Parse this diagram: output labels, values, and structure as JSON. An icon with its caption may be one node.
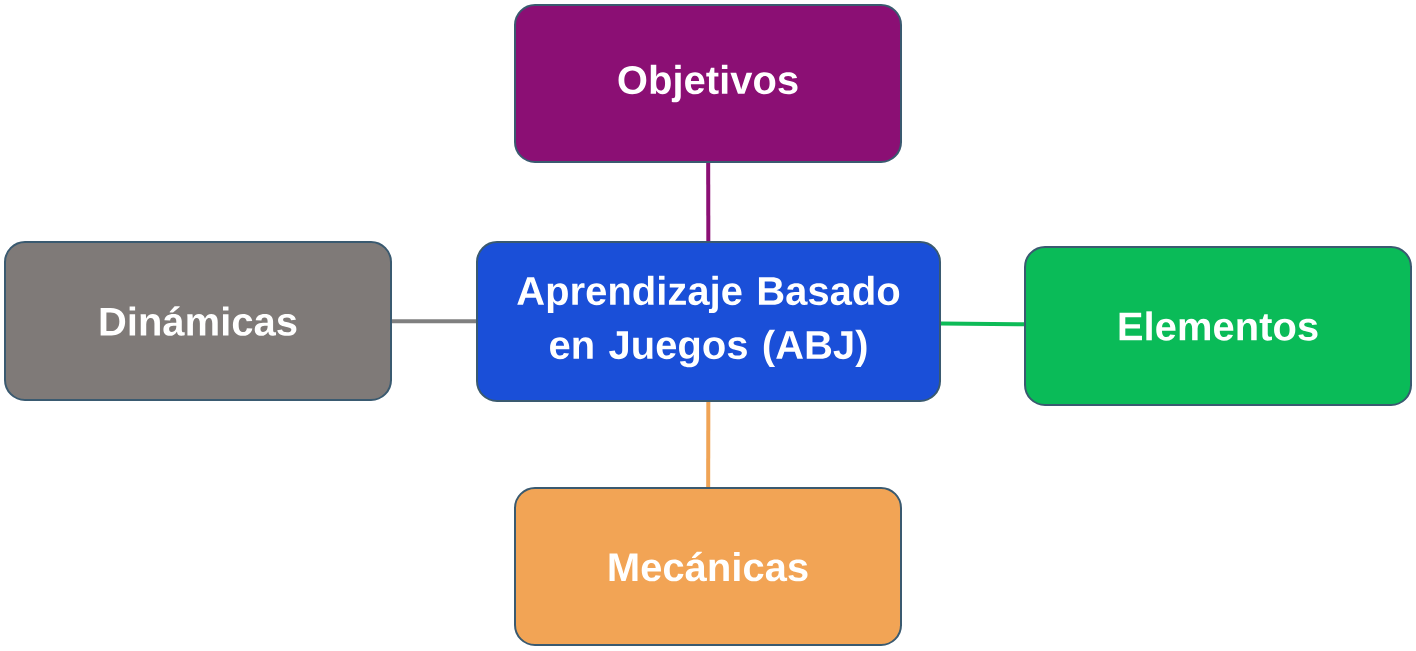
{
  "diagram": {
    "nodes": [
      {
        "text": [
          "Objetivos"
        ]
      },
      {
        "text": [
          "Dinámicas"
        ]
      },
      {
        "text": [
          "Aprendizaje Basado en Juegos (ABJ)"
        ]
      },
      {
        "text": [
          "Elementos"
        ]
      },
      {
        "text": [
          "Mecánicas"
        ]
      }
    ],
    "edges": [
      {
        "from": 2,
        "to": 0,
        "arrow": "none",
        "color": "#8b0f74"
      },
      {
        "from": 2,
        "to": 1,
        "arrow": "none",
        "color": "#808080"
      },
      {
        "from": 2,
        "to": 3,
        "arrow": "none",
        "color": "#0dbb57"
      },
      {
        "from": 2,
        "to": 4,
        "arrow": "none",
        "color": "#f0a456"
      }
    ]
  }
}
